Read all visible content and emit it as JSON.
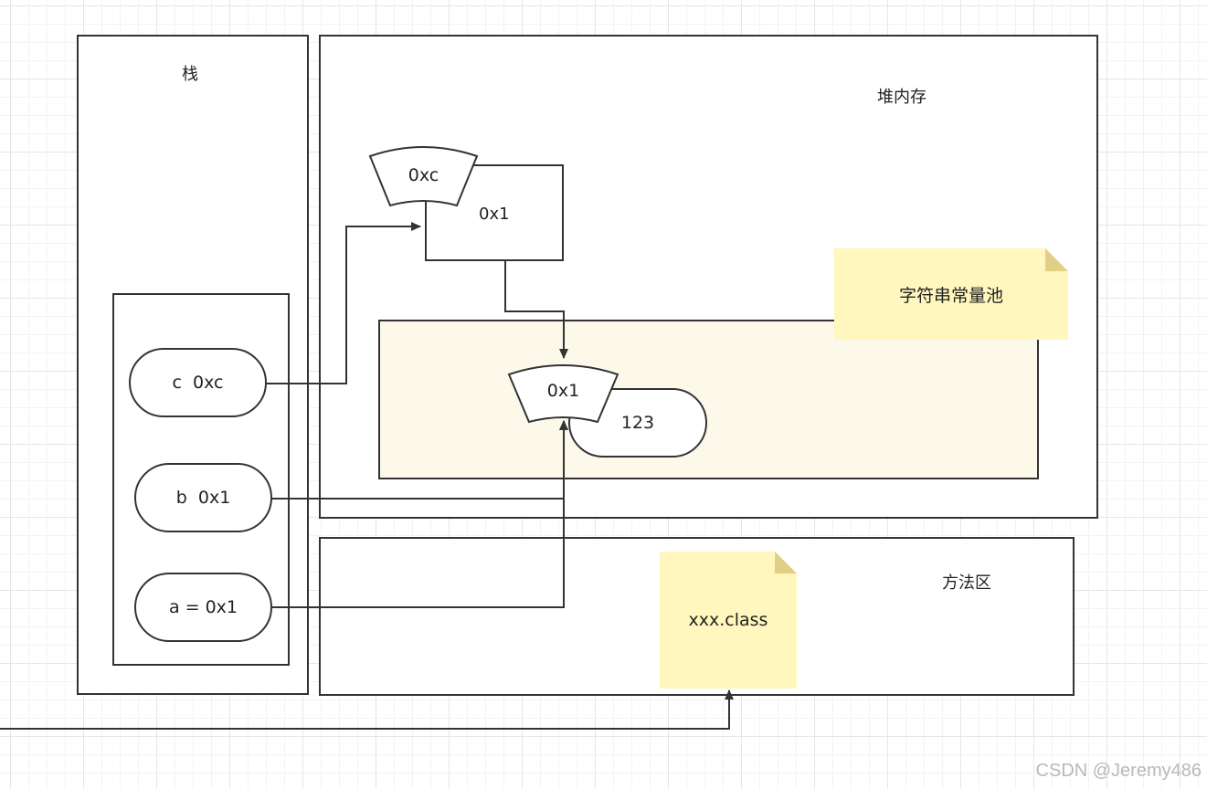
{
  "stack": {
    "title": "栈",
    "vars": {
      "c": "c  0xc",
      "b": "b  0x1",
      "a": "a = 0x1"
    }
  },
  "heap": {
    "title": "堆内存",
    "object": {
      "header": "0xc",
      "value": "0x1"
    },
    "pool": {
      "note": "字符串常量池",
      "string": {
        "header": "0x1",
        "value": "123"
      }
    }
  },
  "method_area": {
    "title": "方法区",
    "class_note": "xxx.class"
  },
  "watermark": "CSDN @Jeremy486",
  "colors": {
    "stroke": "#333333",
    "pool_fill": "#fcf8ea",
    "note_fill": "#fff7bd",
    "note_fold": "#e2cf85"
  }
}
